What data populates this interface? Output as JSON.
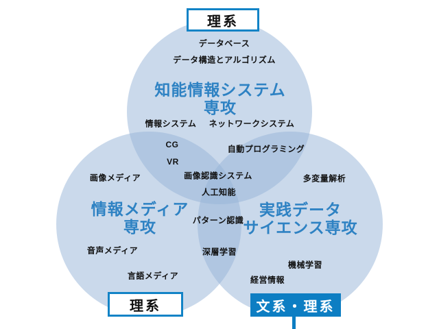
{
  "diagram": {
    "type": "venn-3-circles",
    "colors": {
      "background": "#ffffff",
      "circle_fill": "#cad9eb",
      "title_blue": "#2e82c3",
      "accent_blue": "#1283c6",
      "filled_badge_blue": "#0d7ec3",
      "topic_text": "#111111"
    },
    "badges": {
      "top": {
        "label": "理系",
        "style": "outline"
      },
      "bottom_left": {
        "label": "理系",
        "style": "outline"
      },
      "bottom_right": {
        "label": "文系・理系",
        "style": "filled"
      }
    },
    "majors": {
      "top": {
        "line1": "知能情報システム",
        "line2": "専攻"
      },
      "left": {
        "line1": "情報メディア",
        "line2": "専攻"
      },
      "right": {
        "line1": "実践データ",
        "line2": "サイエンス専攻"
      }
    },
    "topics": [
      {
        "label": "データベース",
        "region": "top"
      },
      {
        "label": "データ構造とアルゴリズム",
        "region": "top"
      },
      {
        "label": "情報システム",
        "region": "top"
      },
      {
        "label": "ネットワークシステム",
        "region": "top"
      },
      {
        "label": "CG",
        "region": "top-left-overlap"
      },
      {
        "label": "VR",
        "region": "top-left-overlap"
      },
      {
        "label": "自動プログラミング",
        "region": "top-right-overlap"
      },
      {
        "label": "画像メディア",
        "region": "left"
      },
      {
        "label": "画像認識システム",
        "region": "center-overlap"
      },
      {
        "label": "多変量解析",
        "region": "right"
      },
      {
        "label": "人工知能",
        "region": "center-overlap"
      },
      {
        "label": "パターン認識",
        "region": "left-right-overlap"
      },
      {
        "label": "音声メディア",
        "region": "left"
      },
      {
        "label": "深層学習",
        "region": "left-right-overlap"
      },
      {
        "label": "機械学習",
        "region": "right"
      },
      {
        "label": "経営情報",
        "region": "right"
      },
      {
        "label": "言語メディア",
        "region": "left"
      }
    ]
  }
}
